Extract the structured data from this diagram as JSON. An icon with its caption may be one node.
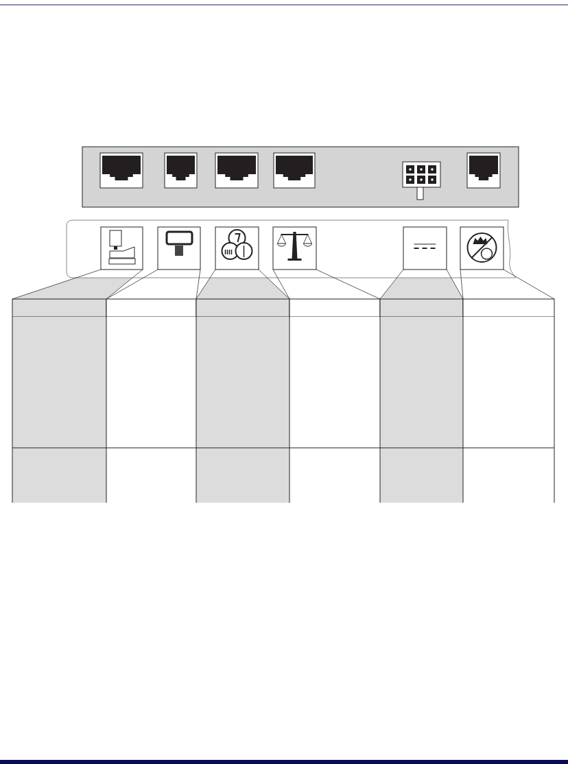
{
  "diagram": {
    "nodes": [
      {
        "text": [],
        "shape": "box"
      },
      {
        "text": [],
        "shape": "box"
      },
      {
        "text": [],
        "shape": "box"
      },
      {
        "text": [],
        "shape": "box"
      },
      {
        "text": [],
        "shape": "box"
      },
      {
        "text": [],
        "shape": "box"
      },
      {
        "text": [],
        "shape": "box"
      },
      {
        "text": [],
        "shape": "box"
      },
      {
        "text": [],
        "shape": "box"
      },
      {
        "text": [],
        "shape": "box"
      },
      {
        "text": [],
        "shape": "box"
      },
      {
        "text": [],
        "shape": "box"
      }
    ],
    "edges": [
      {
        "from": 0,
        "to": 6,
        "arrow": "none"
      },
      {
        "from": 0,
        "to": 6,
        "arrow": "none"
      },
      {
        "from": 1,
        "to": 7,
        "arrow": "none"
      },
      {
        "from": 1,
        "to": 7,
        "arrow": "none"
      },
      {
        "from": 2,
        "to": 8,
        "arrow": "none"
      },
      {
        "from": 2,
        "to": 8,
        "arrow": "none"
      },
      {
        "from": 3,
        "to": 9,
        "arrow": "none"
      },
      {
        "from": 3,
        "to": 9,
        "arrow": "none"
      },
      {
        "from": 4,
        "to": 10,
        "arrow": "none"
      },
      {
        "from": 4,
        "to": 10,
        "arrow": "none"
      },
      {
        "from": 5,
        "to": 11,
        "arrow": "none"
      },
      {
        "from": 5,
        "to": 11,
        "arrow": "none"
      }
    ]
  }
}
